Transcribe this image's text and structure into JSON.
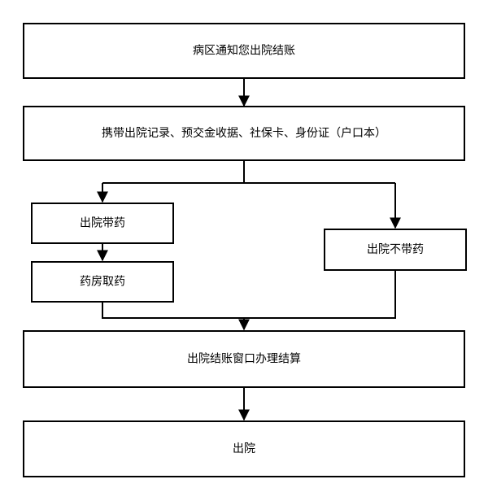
{
  "nodes": {
    "notice": "病区通知您出院结账",
    "documents": "携带出院记录、预交金收据、社保卡、身份证（户口本）",
    "with_medicine": "出院带药",
    "pharmacy": "药房取药",
    "without_medicine": "出院不带药",
    "settlement": "出院结账窗口办理结算",
    "discharge": "出院"
  }
}
